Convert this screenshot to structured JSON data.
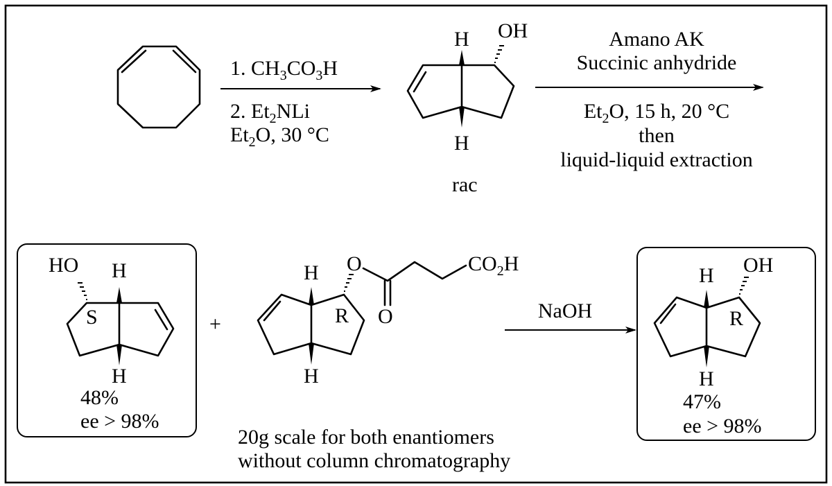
{
  "step1": {
    "line1": "1. CH",
    "line1_sub": "3",
    "line1_mid": "CO",
    "line1_sub2": "3",
    "line1_end": "H",
    "line2": "2. Et",
    "line2_sub": "2",
    "line2_end": "NLi",
    "line3": "Et",
    "line3_sub": "2",
    "line3_end": "O, 30 °C"
  },
  "step2": {
    "above1": "Amano AK",
    "above2": "Succinic anhydride",
    "below1": "Et",
    "below1_sub": "2",
    "below1_end": "O, 15 h, 20 °C",
    "below2": "then",
    "below3": "liquid-liquid extraction"
  },
  "racemate_label": "rac",
  "step3": {
    "reagent": "NaOH"
  },
  "product_s": {
    "oh_label": "HO",
    "h_top": "H",
    "h_bottom": "H",
    "stereo": "S",
    "yield": "48%",
    "ee": "ee > 98%"
  },
  "plus": "+",
  "ester": {
    "h_top": "H",
    "h_bottom": "H",
    "stereo": "R",
    "o_ester": "O",
    "o_carbonyl": "O",
    "acid": "CO",
    "acid_sub": "2",
    "acid_end": "H"
  },
  "product_r": {
    "oh_label": "OH",
    "h_top": "H",
    "h_bottom": "H",
    "stereo": "R",
    "yield": "47%",
    "ee": "ee > 98%"
  },
  "racemate": {
    "oh_label": "OH",
    "h_top": "H",
    "h_bottom": "H"
  },
  "footnote": {
    "line1": "20g scale for both enantiomers",
    "line2": "without column chromatography"
  }
}
